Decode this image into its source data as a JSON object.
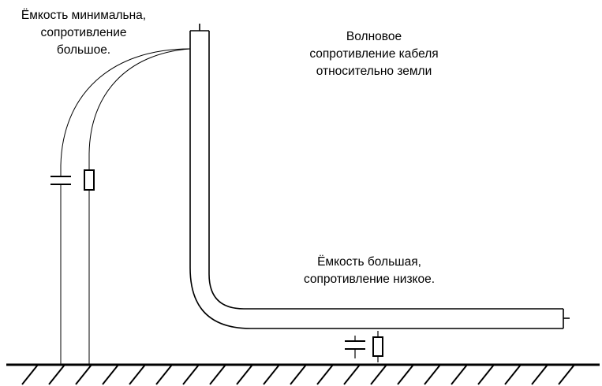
{
  "labels": {
    "top_left": [
      "Ёмкость минимальна,",
      "сопротивление",
      "большое."
    ],
    "top_right": [
      "Волновое",
      "сопротивление кабеля",
      "относительно земли"
    ],
    "bottom_right": [
      "Ёмкость большая,",
      "сопротивление низкое."
    ]
  },
  "colors": {
    "line": "#000000",
    "background": "#ffffff"
  },
  "icons": [
    "capacitor-icon",
    "resistor-icon",
    "ground-hatch"
  ]
}
